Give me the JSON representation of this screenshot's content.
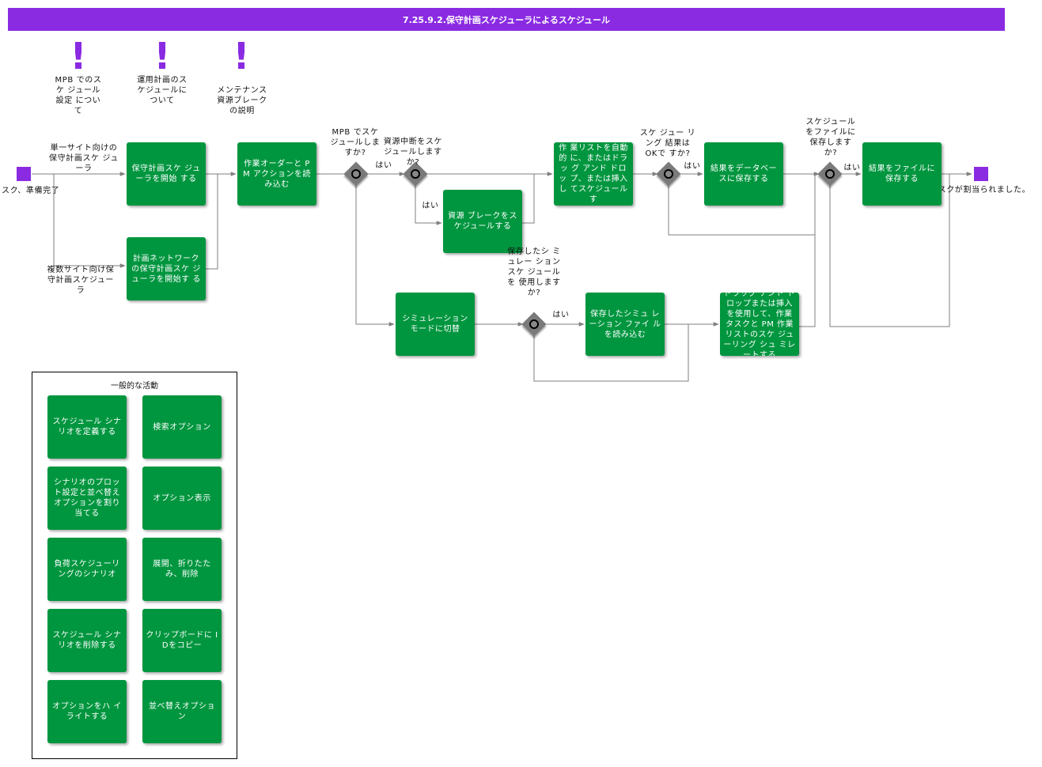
{
  "title": "7.25.9.2.保守計画スケジューラによるスケジュール",
  "notes": [
    {
      "id": "note-mpb",
      "text": "MPB でのス ケ ジュール 設定 につい て"
    },
    {
      "id": "note-ops",
      "text": "運用計画のス ケジュールに ついて"
    },
    {
      "id": "note-breaks",
      "text": "メンテナンス 資源ブレーク の説明"
    }
  ],
  "events": {
    "start_label": "スク、準備完了",
    "end_label": "タスクが割当られました。"
  },
  "tasks": {
    "start_scheduler": "保守計画スケ ジューラを開始 する",
    "start_network_scheduler": "計画ネットワーク の保守計画スケ ジューラを開始す る",
    "load_orders": "作業オーダーと PM アクションを読 み込む",
    "schedule_breaks": "資源 ブレークをス ケジュールする",
    "drag_drop_schedule": "作 業リストを自動的 に、またはドラッ グ アンド ドロッ プ、または挿入し てスケジュールす",
    "save_db": "結果をデータベー スに保存する",
    "save_file": "結果をファイルに 保存する",
    "sim_mode": "シミュレーション モードに切替",
    "load_sim_file": "保存したシミュ レーション ファイ ルを読み込む",
    "simulate_drag_drop": "ドラッグ アンド ド ロップまたは挿入 を使用して、作業 タスクと PM 作業 リストのスケ ジューリング シュ ミレートする"
  },
  "labels": {
    "single_site": "単一サイト向けの 保守計画スケ ジューラ",
    "multi_site": "複数サイト向け保 守計画スケジュー ラ",
    "gw_mpb": "MPB でスケ ジュールしま すか?",
    "gw_breaks": "資源中断をスケ ジュールします か?",
    "gw_sched_ok": "スケ ジュー リング 結果は OKで すか?",
    "gw_save_file": "スケジュール をファイルに 保存します か?",
    "gw_use_sim": "保存したシ ミュレー ション スケ ジュールを 使用します か?",
    "yes_1": "はい",
    "yes_2": "はい",
    "yes_3": "はい",
    "yes_4": "はい",
    "yes_5": "はい"
  },
  "general": {
    "title": "一般的な活動",
    "items": [
      "スケジュール シナ リオを定義する",
      "検索オプション",
      "シナリオのプロッ ト設定と並べ替え オプションを割り 当てる",
      "オプション表示",
      "負荷スケジューリ ングのシナリオ",
      "展開、折りたた み、削除",
      "スケジュール シナ リオを削除する",
      "クリップボードに IDをコピー",
      "オプションをハ イライトする",
      "並べ替えオプショ ン"
    ]
  },
  "colors": {
    "title_bar": "#8a2be2",
    "task": "#00963f",
    "event": "#8a2be2",
    "gateway": "#7a7a7a",
    "connector": "#7f7f7f"
  }
}
